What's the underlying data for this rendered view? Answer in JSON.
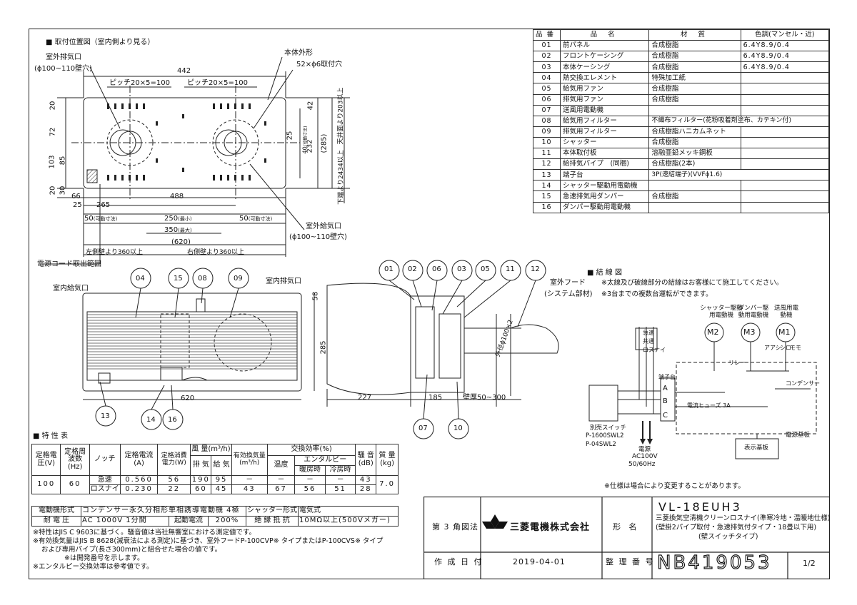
{
  "sections": {
    "mount_title": "■ 取付位置図（室内側より見る）",
    "spec_title": "■ 特 性 表",
    "wiring_title": "■ 結 線 図",
    "wiring_notes": [
      "※太線及び破線部分の結線はお客様にて施工してください。",
      "※3台までの複数台運転ができます。"
    ]
  },
  "mount_drawing": {
    "labels": {
      "exhaust_outdoor": "室外排気口",
      "exhaust_dia": "(ϕ100~110壁穴)",
      "body_outline": "本体外形",
      "holes": "52×ϕ6取付穴",
      "dim_442": "442",
      "pitch_left": "ピッチ20×5=100",
      "pitch_right": "ピッチ20×5=100",
      "dim_20a": "20",
      "dim_72": "72",
      "dim_103": "103",
      "dim_85": "85",
      "dim_20b": "20",
      "dim_30": "30",
      "dim_66": "66",
      "dim_25a": "25",
      "dim_265": "265",
      "dim_488": "488",
      "dim_50a": "50",
      "dim_50a_note": "(可動寸法)",
      "dim_250": "250",
      "dim_250_note": "(最小)",
      "dim_350": "350",
      "dim_350_note": "(最大)",
      "dim_50b": "50",
      "dim_50b_note": "(可動寸法)",
      "dim_620": "(620)",
      "left_wall": "左側壁より360以上",
      "right_wall": "右側壁より360以上",
      "supply_outdoor": "室外給気口",
      "supply_dia": "(ϕ100~110壁穴)",
      "cord_range": "電源コード取出範囲",
      "dim_42": "42",
      "dim_25b": "25",
      "dim_40": "40",
      "dim_40_note": "(可動寸法)",
      "dim_232": "232",
      "dim_285": "(285)",
      "ceiling": "天井面より203以上",
      "floor": "下端より2434以上"
    }
  },
  "front_view": {
    "indoor_supply": "室内給気口",
    "indoor_exhaust": "室内排気口",
    "dim_285": "285",
    "dim_620": "620",
    "callouts": [
      "04",
      "15",
      "08",
      "09",
      "13",
      "14",
      "16"
    ]
  },
  "side_view": {
    "callouts": [
      "01",
      "02",
      "06",
      "03",
      "05",
      "11",
      "12",
      "07",
      "10"
    ],
    "outdoor_hood": "室外フード",
    "system_part": "(システム部材)",
    "dim_58": "58",
    "pipe": "外径ϕ100×2",
    "dim_227": "227",
    "dim_185": "185",
    "wall": "壁厚50~300"
  },
  "parts_table": {
    "headers": [
      "品番",
      "品 名",
      "材 質",
      "色調(マンセル・近)"
    ],
    "rows": [
      [
        "01",
        "前パネル",
        "合成樹脂",
        "6.4Y8.9/0.4"
      ],
      [
        "02",
        "フロントケーシング",
        "合成樹脂",
        "6.4Y8.9/0.4"
      ],
      [
        "03",
        "本体ケーシング",
        "合成樹脂",
        "6.4Y8.9/0.4"
      ],
      [
        "04",
        "熱交換エレメント",
        "特殊加工紙",
        ""
      ],
      [
        "05",
        "給気用ファン",
        "合成樹脂",
        ""
      ],
      [
        "06",
        "排気用ファン",
        "合成樹脂",
        ""
      ],
      [
        "07",
        "送風用電動機",
        "",
        ""
      ],
      [
        "08",
        "給気用フィルター",
        "不織布フィルター(花粉吸着剤塗布、カテキン付)",
        ""
      ],
      [
        "09",
        "排気用フィルター",
        "合成樹脂ハニカムネット",
        ""
      ],
      [
        "10",
        "シャッター",
        "合成樹脂",
        ""
      ],
      [
        "11",
        "本体取付板",
        "溶融亜鉛メッキ鋼板",
        ""
      ],
      [
        "12",
        "給排気パイプ　(同梱)",
        "合成樹脂(2本)",
        ""
      ],
      [
        "13",
        "端子台",
        "3P(速結端子)(VVFϕ1.6)",
        ""
      ],
      [
        "14",
        "シャッター駆動用電動機",
        "",
        ""
      ],
      [
        "15",
        "急速排気用ダンパー",
        "合成樹脂",
        ""
      ],
      [
        "16",
        "ダンパー駆動用電動機",
        "",
        ""
      ]
    ]
  },
  "wiring": {
    "shutter_motor": "シャッター駆動用電動機",
    "damper_motor": "ダンパー駆動用電動機",
    "fan_motor": "送風用電動機",
    "m2": "M2",
    "m3": "M3",
    "m1": "M1",
    "terminal": "端子台",
    "fuse": "電流ヒューズ 3A",
    "relay": "リレー",
    "capacitor": "コンデンサー",
    "board": "電源基板",
    "display": "表示基板",
    "switch": "別売スイッチ",
    "switch_models": [
      "P-1600SWL2",
      "P-04SWL2"
    ],
    "power": "電源",
    "power_spec": [
      "AC100V",
      "50/60Hz"
    ],
    "terminals": [
      "A",
      "B",
      "C"
    ],
    "abc_labels": [
      "急速",
      "共通",
      "ロスナイ"
    ],
    "motor_terms": [
      "ア",
      "アシ",
      "シロ",
      "モ",
      "モ"
    ],
    "note": "※仕様は場合により変更することがあります。"
  },
  "spec_table": {
    "h_voltage": "定格電圧(V)",
    "h_freq": "定格周波数(Hz)",
    "h_notch": "ノッチ",
    "h_current": "定格電流(A)",
    "h_power": "定格消費電力(W)",
    "h_airflow": "風 量(m³/h)",
    "h_exhaust": "排 気",
    "h_supply": "給 気",
    "h_effective": "有効換気量(m³/h)",
    "h_efficiency": "交換効率(%)",
    "h_temp": "温度",
    "h_enthalpy": "エンタルピー",
    "h_heat": "暖房時",
    "h_cool": "冷房時",
    "h_noise": "騒 音(dB)",
    "h_mass": "質 量(kg)",
    "voltage": "100",
    "freq": "60",
    "mass": "7.0",
    "rows": [
      {
        "notch": "急速",
        "current": "0.560",
        "power": "56",
        "exhaust": "190",
        "supply": "95",
        "effective": "－",
        "temp": "－",
        "heat": "－",
        "cool": "－",
        "noise": "43"
      },
      {
        "notch": "ロスナイ",
        "current": "0.230",
        "power": "22",
        "exhaust": "60",
        "supply": "45",
        "effective": "43",
        "temp": "67",
        "heat": "56",
        "cool": "51",
        "noise": "28"
      }
    ],
    "motor_type_label": "電動機形式",
    "motor_type": "コンデンサー永久分相形単相誘導電動機 4極",
    "shutter_type_label": "シャッター形式",
    "shutter_type": "電気式",
    "withstand_label": "耐 電 圧",
    "withstand": "AC 1000V 1分間",
    "start_current_label": "起動電流",
    "start_current": "200%",
    "insulation_label": "絶 縁 抵 抗",
    "insulation": "10MΩ以上(500Vメガー)",
    "notes": [
      "※特性はJIS C 9603に基づく。騒音値は当社無響室における測定値です。",
      "※有効換気量はJIS B 8628(減衰法による測定)に基づき、室外フードP-100CVP※ タイプまたはP-100CVS※ タイプ",
      "および専用パイプ(長さ300mm)と組合せた場合の値です。",
      "※は開発番号を示します。",
      "※エンタルピー交換効率は参考値です。"
    ]
  },
  "title_block": {
    "projection": "第 3 角図法",
    "company": "三菱電機株式会社",
    "name_label": "形 名",
    "model": "VL-18EUH3",
    "description": [
      "三菱換気空清機クリーンロスナイ(準寒冷地・温暖地仕様)",
      "(壁掛2パイプ取付・急速排気付タイプ・18畳以下用)",
      "(壁スイッチタイプ)"
    ],
    "date_label": "作 成 日 付",
    "date": "2019-04-01",
    "ref_label": "整 理 番 号",
    "ref": "NB419053",
    "page": "1/2"
  }
}
